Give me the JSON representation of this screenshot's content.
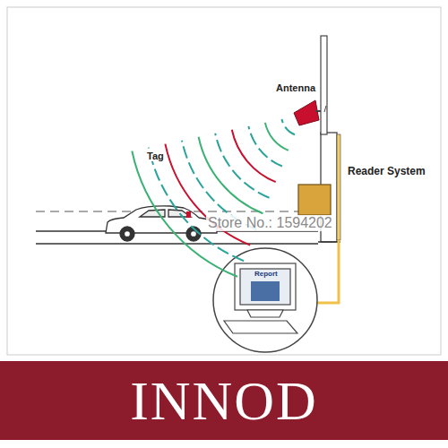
{
  "diagram": {
    "nodes": [
      {
        "text": [
          "INNOD"
        ]
      }
    ],
    "labels": [
      "Antenna",
      "Tag",
      "Reader System",
      "Report",
      "Store No.: 1594202"
    ]
  }
}
